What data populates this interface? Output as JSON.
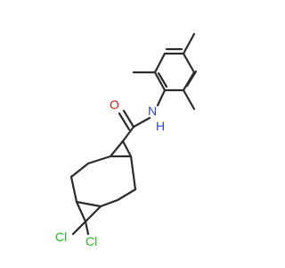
{
  "molecule": {
    "atom_labels": {
      "oxygen": "O",
      "nitrogen": "N",
      "hydrogen": "H",
      "chlorine_1": "Cl",
      "chlorine_2": "Cl"
    },
    "colors": {
      "bond": "#2b2b2b",
      "oxygen": "#e8190f",
      "nitrogen": "#2d3fff",
      "chlorine": "#1fc01f"
    }
  }
}
